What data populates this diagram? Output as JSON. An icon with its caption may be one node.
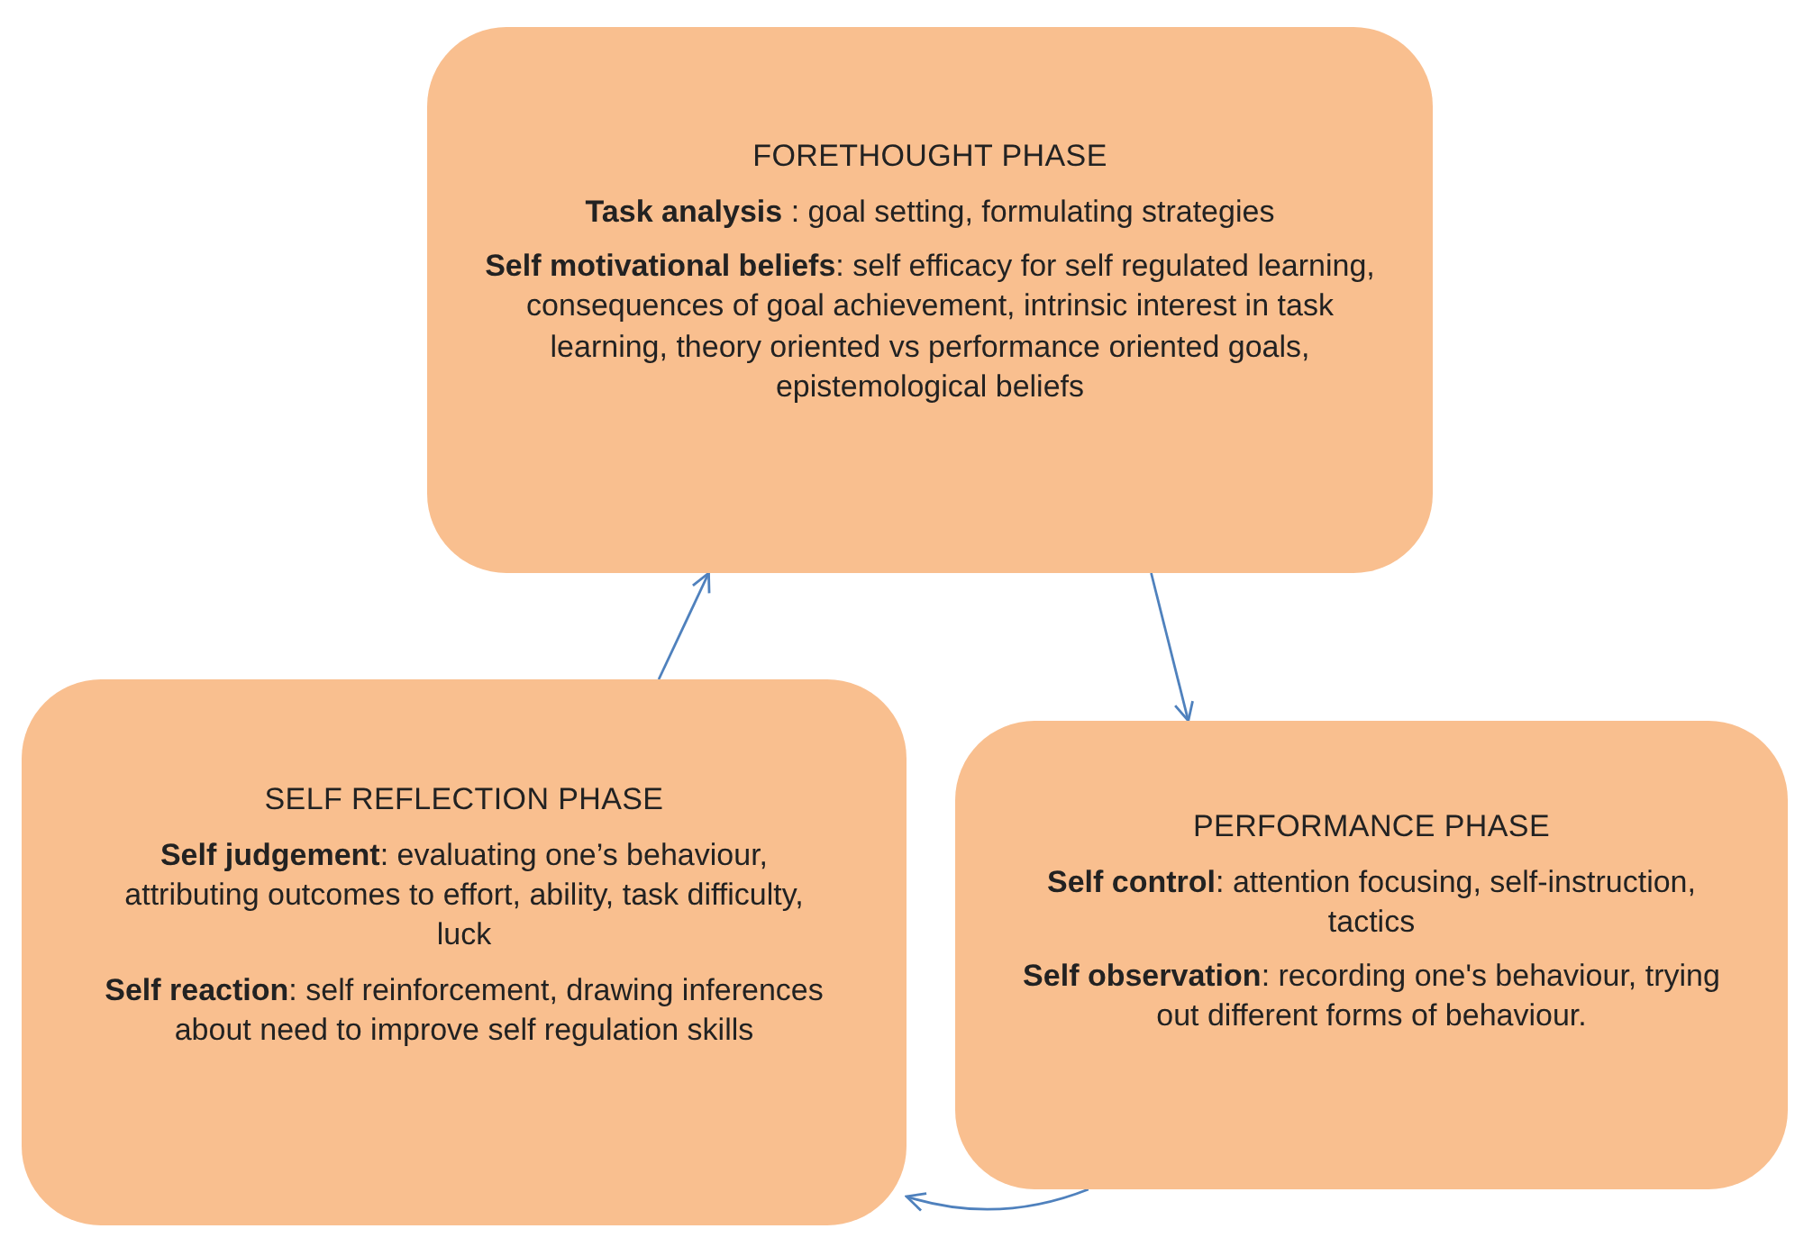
{
  "diagram": {
    "nodes": [
      {
        "text": [
          "FORETHOUGHT PHASE",
          "**Task analysis** : goal setting, formulating strategies",
          "**Self motivational beliefs**: self efficacy for self regulated learning, consequences of goal achievement, intrinsic interest in task learning, theory oriented vs performance oriented goals, epistemological beliefs"
        ]
      },
      {
        "text": [
          "PERFORMANCE PHASE",
          "**Self control**: attention focusing, self-instruction, tactics",
          "**Self observation**: recording one's behaviour, trying out different forms of behaviour."
        ]
      },
      {
        "text": [
          "SELF REFLECTION PHASE",
          "**Self judgement**: evaluating one’s behaviour, attributing outcomes to effort, ability, task difficulty, luck",
          "**Self reaction**: self reinforcement, drawing inferences about need to improve self regulation skills"
        ]
      }
    ],
    "edges": [
      {
        "from": 0,
        "to": 1,
        "arrow": "to"
      },
      {
        "from": 1,
        "to": 2,
        "arrow": "to"
      },
      {
        "from": 2,
        "to": 0,
        "arrow": "to"
      }
    ]
  }
}
